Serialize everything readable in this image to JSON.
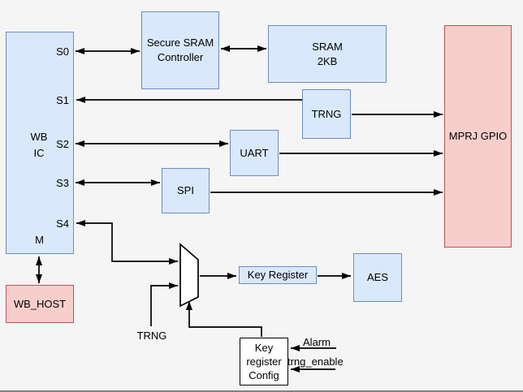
{
  "diagram": {
    "blocks": {
      "wb_ic": {
        "line1": "WB",
        "line2": "IC",
        "ports": {
          "s0": "S0",
          "s1": "S1",
          "s2": "S2",
          "s3": "S3",
          "s4": "S4",
          "m": "M"
        }
      },
      "secure_sram_controller": {
        "line1": "Secure SRAM",
        "line2": "Controller"
      },
      "sram": {
        "line1": "SRAM",
        "line2": "2KB"
      },
      "trng": {
        "label": "TRNG"
      },
      "uart": {
        "label": "UART"
      },
      "spi": {
        "label": "SPI"
      },
      "mprj_gpio": {
        "label": "MPRJ GPIO"
      },
      "wb_host": {
        "label": "WB_HOST"
      },
      "key_register": {
        "label": "Key Register"
      },
      "aes": {
        "label": "AES"
      },
      "key_register_config": {
        "line1": "Key",
        "line2": "register",
        "line3": "Config"
      }
    },
    "labels": {
      "trng_source": "TRNG",
      "alarm": "Alarm",
      "trng_enable": "trng_enable"
    },
    "colors": {
      "background": "#f5f5f6",
      "block_blue_fill": "#dae8fc",
      "block_blue_stroke": "#6c8ebf",
      "block_red_fill": "#f8cecc",
      "block_red_stroke": "#b85450",
      "mux_fill": "#ffffff",
      "connector": "#000000",
      "bottom_edge": "#828282"
    }
  }
}
